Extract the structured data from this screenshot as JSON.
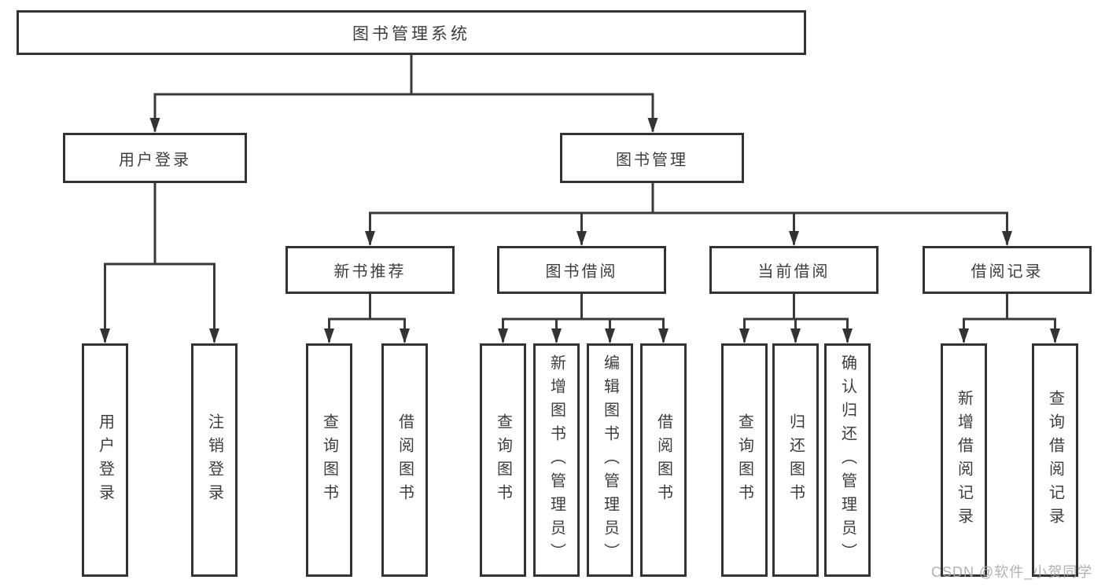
{
  "diagram": {
    "root": {
      "label": "图书管理系统"
    },
    "level2": [
      {
        "label": "用户登录"
      },
      {
        "label": "图书管理"
      }
    ],
    "level3": [
      {
        "label": "新书推荐",
        "parent": "图书管理"
      },
      {
        "label": "图书借阅",
        "parent": "图书管理"
      },
      {
        "label": "当前借阅",
        "parent": "图书管理"
      },
      {
        "label": "借阅记录",
        "parent": "图书管理"
      }
    ],
    "leaves": [
      {
        "label": "用户登录",
        "parent": "用户登录"
      },
      {
        "label": "注销登录",
        "parent": "用户登录"
      },
      {
        "label": "查询图书",
        "parent": "新书推荐"
      },
      {
        "label": "借阅图书",
        "parent": "新书推荐"
      },
      {
        "label": "查询图书",
        "parent": "图书借阅"
      },
      {
        "label": "新增图书（管理员）",
        "parent": "图书借阅"
      },
      {
        "label": "编辑图书（管理员）",
        "parent": "图书借阅"
      },
      {
        "label": "借阅图书",
        "parent": "图书借阅"
      },
      {
        "label": "查询图书",
        "parent": "当前借阅"
      },
      {
        "label": "归还图书",
        "parent": "当前借阅"
      },
      {
        "label": "确认归还（管理员）",
        "parent": "当前借阅"
      },
      {
        "label": "新增借阅记录",
        "parent": "借阅记录"
      },
      {
        "label": "查询借阅记录",
        "parent": "借阅记录"
      }
    ]
  },
  "watermark": {
    "text": "CSDN @软件_小贺同学"
  },
  "colors": {
    "background": "#ffffff",
    "line": "#3a3a3a",
    "box_border": "#333333",
    "text": "#3d3d3d",
    "watermark": "#a8a8a8"
  }
}
